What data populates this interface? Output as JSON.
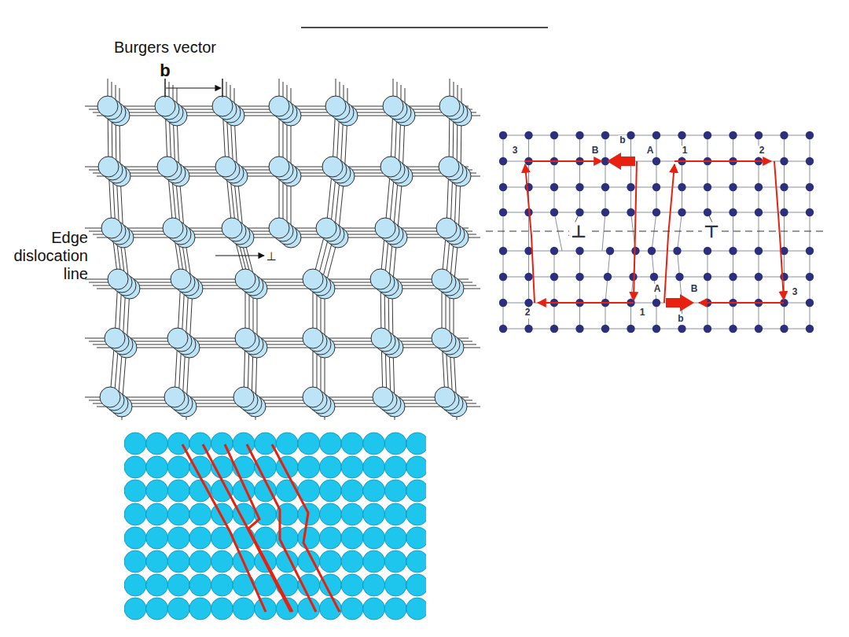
{
  "diagram": {
    "labels": [
      "Burgers vector",
      "b",
      "Edge dislocation line",
      "⊥",
      "3",
      "B",
      "b",
      "A",
      "1",
      "2",
      "⊥",
      "⊤",
      "2",
      "A",
      "1",
      "B",
      "b",
      "3"
    ]
  }
}
